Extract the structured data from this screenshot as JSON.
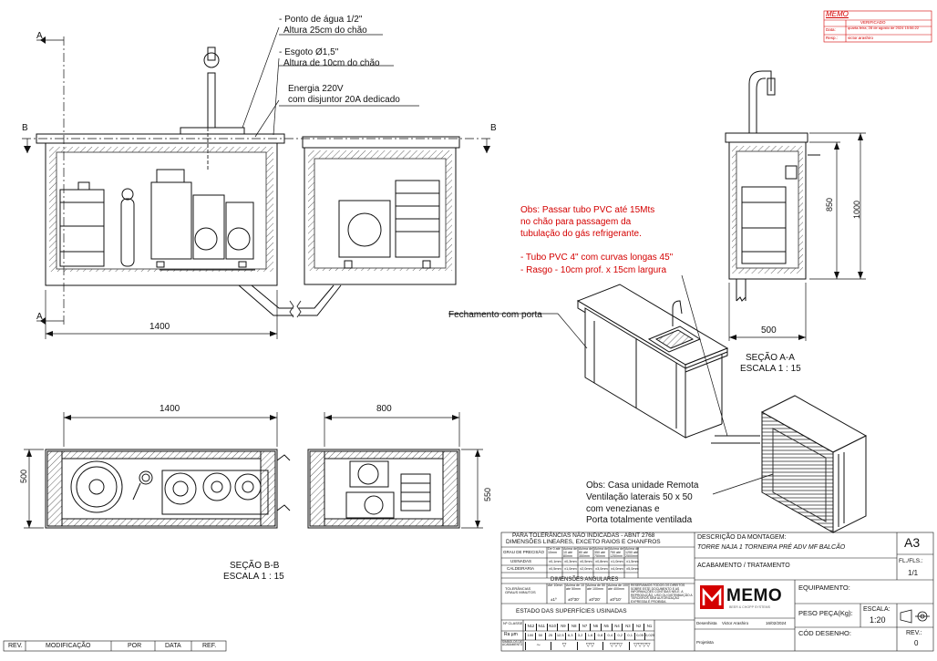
{
  "notes": {
    "water": [
      "- Ponto de água 1/2\"",
      "Altura 25cm do chão"
    ],
    "drain": [
      "- Esgoto Ø1,5\"",
      "Altura de 10cm do chão"
    ],
    "power": [
      "Energia 220V",
      "com disjuntor 20A dedicado"
    ],
    "pvc_obs": [
      "Obs: Passar tubo PVC até 15Mts",
      "no chão para passagem da",
      "tubulação do gás refrigerante."
    ],
    "pvc_tube": [
      "- Tubo PVC 4\" com curvas longas 45\"",
      "- Rasgo - 10cm prof. x 15cm largura"
    ],
    "closure": "Fechamento com porta",
    "remote": [
      "Obs: Casa unidade Remota",
      "Ventilação laterais 50 x 50",
      "com venezianas e",
      "Porta totalmente ventilada"
    ]
  },
  "dimensions": {
    "front_width": "1400",
    "top_width": "1400",
    "top_depth_right": "800",
    "top_left_height": "500",
    "top_right_height": "550",
    "section_a_width": "500",
    "section_a_850": "850",
    "section_a_1000": "1000"
  },
  "section_marks": {
    "a": "A",
    "b": "B"
  },
  "views": {
    "section_aa": [
      "SEÇÃO A-A",
      "ESCALA 1 : 15"
    ],
    "section_bb": [
      "SEÇÃO B-B",
      "ESCALA 1 : 15"
    ]
  },
  "stamp": {
    "brand": "MEMO",
    "lines": [
      {
        "label": "",
        "value": "VERIFICADO"
      },
      {
        "label": "Data:",
        "value": "quarta-feira, 28 de agosto de 2024 15:56:22"
      },
      {
        "label": "Resp.:",
        "value": "victor.arashiro"
      }
    ]
  },
  "title_block": {
    "tol_title": [
      "PARA TOLERÂNCIAS NÃO INDICADAS - ABNT 2768",
      "DIMENSÕES LINEARES, EXCETO RAIOS E CHANFROS"
    ],
    "tol_grade": "GRAU DE PRECISÃO",
    "tol_ranges": [
      "De 0 até 10mm",
      "Acima de 10 até 80mm",
      "Acima de 80 até 350mm",
      "Acima de 350 até 750mm",
      "Acima de 750 até 1250mm",
      "Acima de 1250 até 2500mm"
    ],
    "tol_usinadas": "USINADAS",
    "tol_usinadas_vals": [
      "±0,1mm",
      "±0,3mm",
      "±0,5mm",
      "±0,8mm",
      "±1,0mm",
      "±1,5mm"
    ],
    "tol_caldeiraria": "CALDEIRARIA",
    "tol_caldeiraria_vals": [
      "±0,5mm",
      "±1,0mm",
      "±2,0mm",
      "±3,0mm",
      "±4,0mm",
      "±5,0mm"
    ],
    "ang_title": "DIMENSÕES ANGULARES",
    "ang_label": "TOLERÂNCIAS GRAUS MINUTOS",
    "ang_ranges": [
      "Até 10mm",
      "Acima de 10 até 50mm",
      "Acima de 50 até 100mm",
      "Acima de 100 até 400mm"
    ],
    "ang_vals": [
      "±1º",
      "±0º30'",
      "±0º20'",
      "±0º10'"
    ],
    "rights": "RESERVAMOS TODOS OS DIREITOS SOBRE ESTE DOCUMENTO E AS INFORMAÇÕES CONTIDAS NELE. A REPRODUÇÃO, USO OU DISTRIBUIÇÃO A TERCEIROS SEM AUTORIZAÇÃO EXPRESSA É PROIBIDA.",
    "surface_title": "ESTADO DAS SUPERFÍCIES USINADAS",
    "surface_class": "Nº CLASSE",
    "surface_classes": [
      "N12",
      "N11",
      "N10",
      "N9",
      "N8",
      "N7",
      "N6",
      "N5",
      "N4",
      "N3",
      "N2",
      "N1"
    ],
    "ra_label": "Ra µm",
    "ra_vals": [
      "100",
      "50",
      "25",
      "12,5",
      "6,3",
      "3,2",
      "1,6",
      "0,8",
      "0,4",
      "0,2",
      "0,1",
      "0,05",
      "0,025"
    ],
    "symbols_label": "SÍMBOLOS DE ACABAMENTO",
    "symbols": [
      "∼",
      "▽",
      "▽▽",
      "▽▽▽",
      "▽▽▽▽"
    ],
    "desc_label": "DESCRIÇÃO DA MONTAGEM:",
    "desc_value": "TORRE NAJA 1 TORNEIRA PRÉ ADV MF BALCÃO",
    "sheet_label": "A3",
    "sheet_count_label": "FL./FLS.:",
    "sheet_count": "1/1",
    "finish_label": "ACABAMENTO / TRATAMENTO",
    "equip_label": "EQUIPAMENTO:",
    "weight_label": "PESO PEÇA(Kg):",
    "scale_label": "ESCALA:",
    "scale_value": "1:20",
    "drawer_label": "Desenhista",
    "drawer_name": "Victor Arashiro",
    "date_value": "16/02/2024",
    "project_label": "Projetista",
    "code_label": "CÓD DESENHO:",
    "rev_label": "REV.:",
    "rev_value": "0",
    "logo_text": "MEMO",
    "logo_sub": "BEER & CHOPP SYSTEMS"
  },
  "revision_block": [
    "REV.",
    "MODIFICAÇÃO",
    "POR",
    "DATA",
    "REF."
  ]
}
